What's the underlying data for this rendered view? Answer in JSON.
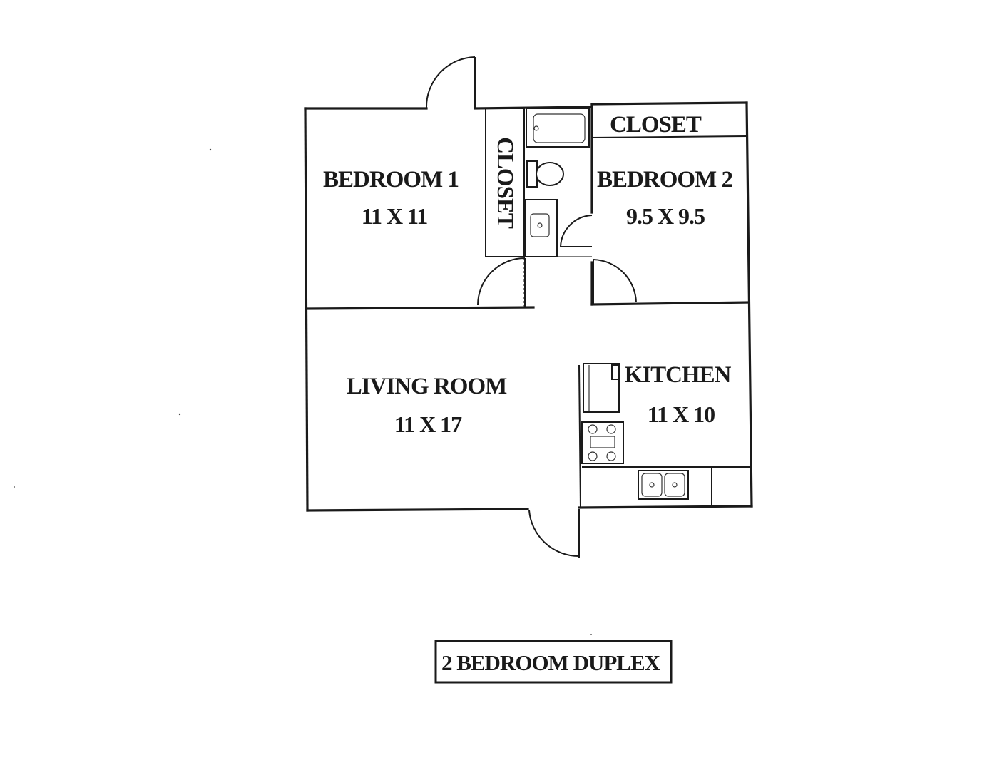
{
  "floor_plan": {
    "rooms": [
      {
        "id": "bedroom1",
        "name": "BEDROOM 1",
        "dimensions": "11 X 11"
      },
      {
        "id": "bedroom2",
        "name": "BEDROOM 2",
        "dimensions": "9.5 X 9.5"
      },
      {
        "id": "living",
        "name": "LIVING ROOM",
        "dimensions": "11 X 17"
      },
      {
        "id": "kitchen",
        "name": "KITCHEN",
        "dimensions": "11 X 10"
      }
    ],
    "closets": [
      {
        "id": "closet_top",
        "label": "CLOSET"
      },
      {
        "id": "closet_vertical",
        "label": "CLOSET"
      }
    ],
    "title": "2 BEDROOM DUPLEX"
  }
}
